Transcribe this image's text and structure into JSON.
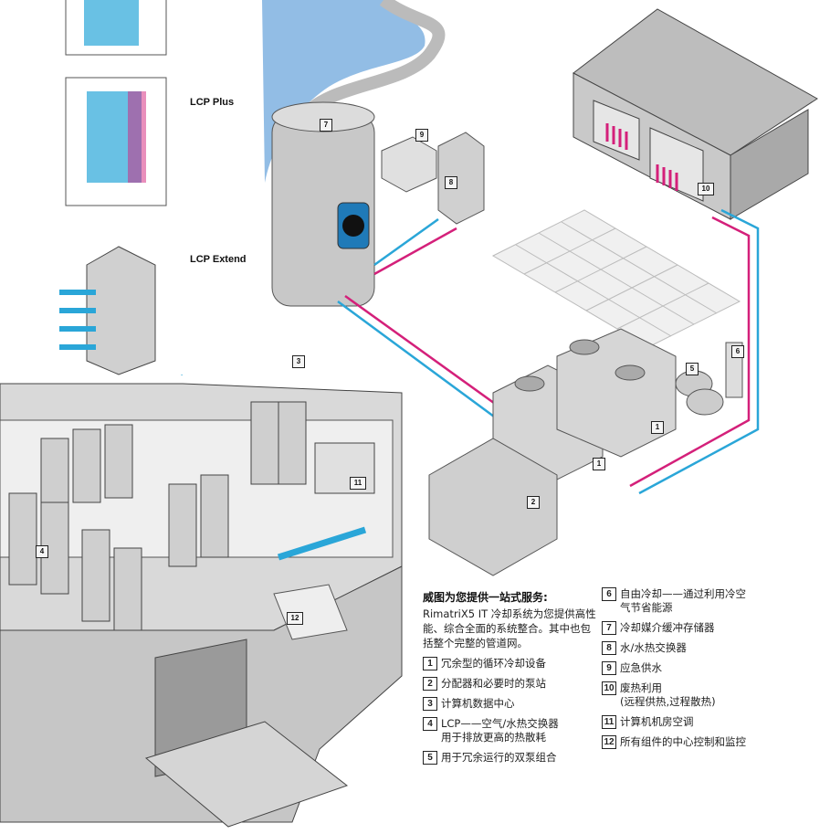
{
  "rack_labels": {
    "lcp_plus": "LCP Plus",
    "lcp_extend": "LCP Extend"
  },
  "tags": [
    "1",
    "1",
    "2",
    "3",
    "4",
    "5",
    "6",
    "7",
    "8",
    "9",
    "10",
    "11",
    "12"
  ],
  "legend": {
    "title": "威图为您提供一站式服务:",
    "intro": "RimatriX5 IT 冷却系统为您提供高性能、综合全面的系统整合。其中也包括整个完整的管道网。",
    "items_left": [
      {
        "n": "1",
        "text": "冗余型的循环冷却设备"
      },
      {
        "n": "2",
        "text": "分配器和必要时的泵站"
      },
      {
        "n": "3",
        "text": "计算机数据中心"
      },
      {
        "n": "4",
        "text": "LCP——空气/水热交换器\n用于排放更高的热散耗"
      },
      {
        "n": "5",
        "text": "用于冗余运行的双泵组合"
      }
    ],
    "items_right": [
      {
        "n": "6",
        "text": "自由冷却——通过利用冷空\n气节省能源"
      },
      {
        "n": "7",
        "text": "冷却媒介缓冲存储器"
      },
      {
        "n": "8",
        "text": "水/水热交换器"
      },
      {
        "n": "9",
        "text": "应急供水"
      },
      {
        "n": "10",
        "text": "废热利用\n(远程供热,过程散热)"
      },
      {
        "n": "11",
        "text": "计算机机房空调"
      },
      {
        "n": "12",
        "text": "所有组件的中心控制和监控"
      }
    ]
  },
  "colors": {
    "pipe_cold": "#2aa6d8",
    "pipe_hot": "#d4207a",
    "water": "#7fb2e0",
    "grey": "#c8c8c8"
  }
}
